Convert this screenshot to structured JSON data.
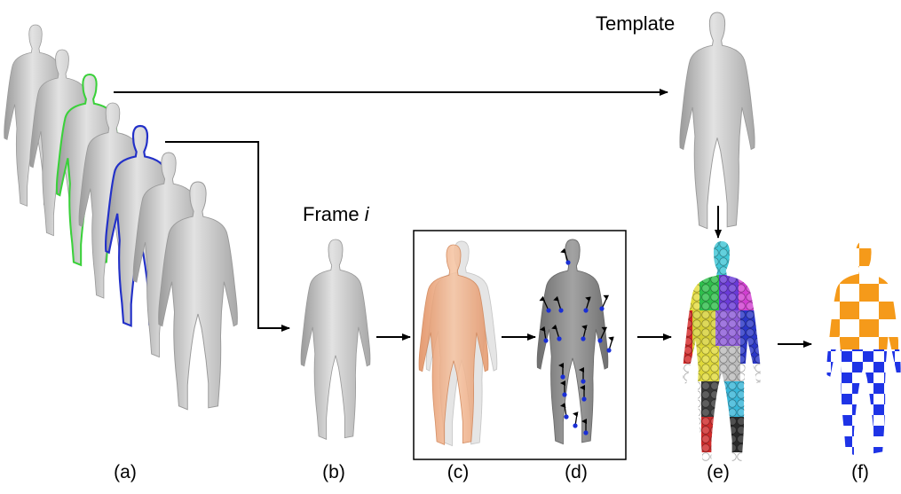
{
  "labels": {
    "template": "Template",
    "frame_prefix": "Frame",
    "frame_var": "i"
  },
  "captions": [
    "(a)",
    "(b)",
    "(c)",
    "(d)",
    "(e)",
    "(f)"
  ],
  "colors": {
    "mesh": "#c9c9c9",
    "mesh_dark": "#8a8a8a",
    "highlight_green": "#3ad13a",
    "highlight_blue": "#2230c8",
    "overlay_orange": "#f0a77a",
    "patch_orange": "#f59a1a",
    "patch_blue": "#1e33e6",
    "marker_blue": "#1a2fd6"
  }
}
